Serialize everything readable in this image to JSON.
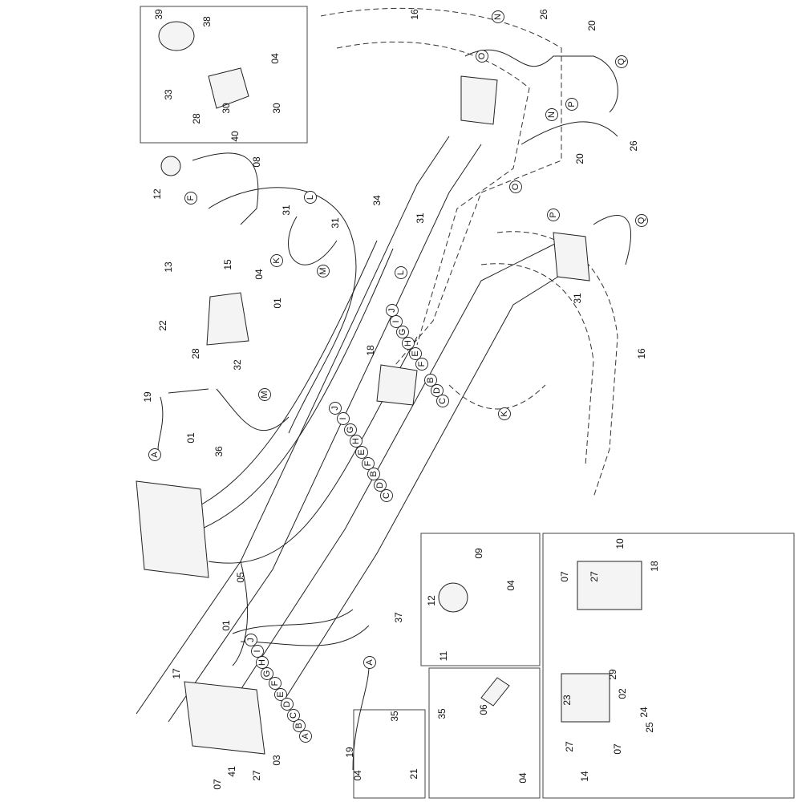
{
  "title": "Hydraulic hose assembly exploded diagram",
  "part_numbers": [
    "39",
    "38",
    "04",
    "33",
    "28",
    "30",
    "30",
    "40",
    "08",
    "12",
    "31",
    "31",
    "13",
    "15",
    "04",
    "01",
    "22",
    "28",
    "32",
    "19",
    "01",
    "36",
    "34",
    "31",
    "18",
    "16",
    "26",
    "20",
    "26",
    "20",
    "16",
    "31",
    "05",
    "37",
    "01",
    "17",
    "19",
    "07",
    "41",
    "27",
    "03",
    "09",
    "12",
    "04",
    "11",
    "35",
    "06",
    "04",
    "35",
    "04",
    "21",
    "10",
    "07",
    "27",
    "18",
    "29",
    "02",
    "24",
    "23",
    "25",
    "27",
    "07",
    "14"
  ],
  "hose_letters": [
    "F",
    "L",
    "K",
    "M",
    "M",
    "A",
    "L",
    "J",
    "I",
    "G",
    "H",
    "E",
    "F",
    "B",
    "D",
    "C",
    "N",
    "O",
    "Q",
    "N",
    "P",
    "O",
    "P",
    "Q",
    "K",
    "J",
    "I",
    "G",
    "H",
    "E",
    "F",
    "B",
    "D",
    "C",
    "J",
    "I",
    "H",
    "G",
    "F",
    "E",
    "D",
    "C",
    "B",
    "A",
    "A"
  ]
}
